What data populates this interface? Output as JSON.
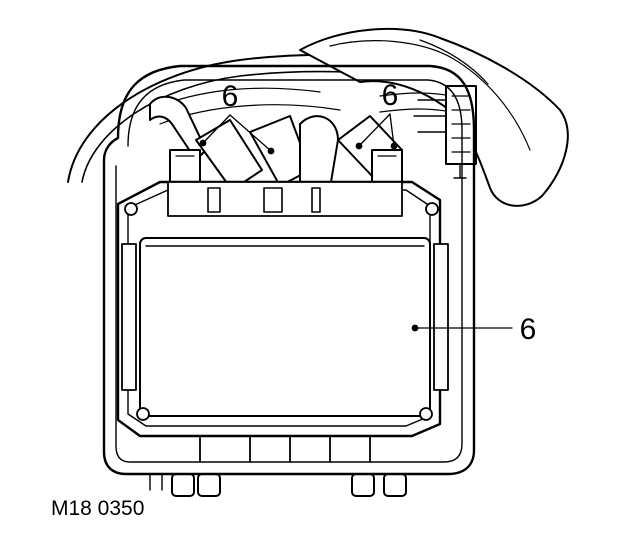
{
  "diagram": {
    "callouts": [
      "6",
      "6",
      "6"
    ],
    "figure_id": "M18 0350"
  },
  "colors": {
    "line": "#000000",
    "background": "#ffffff"
  }
}
